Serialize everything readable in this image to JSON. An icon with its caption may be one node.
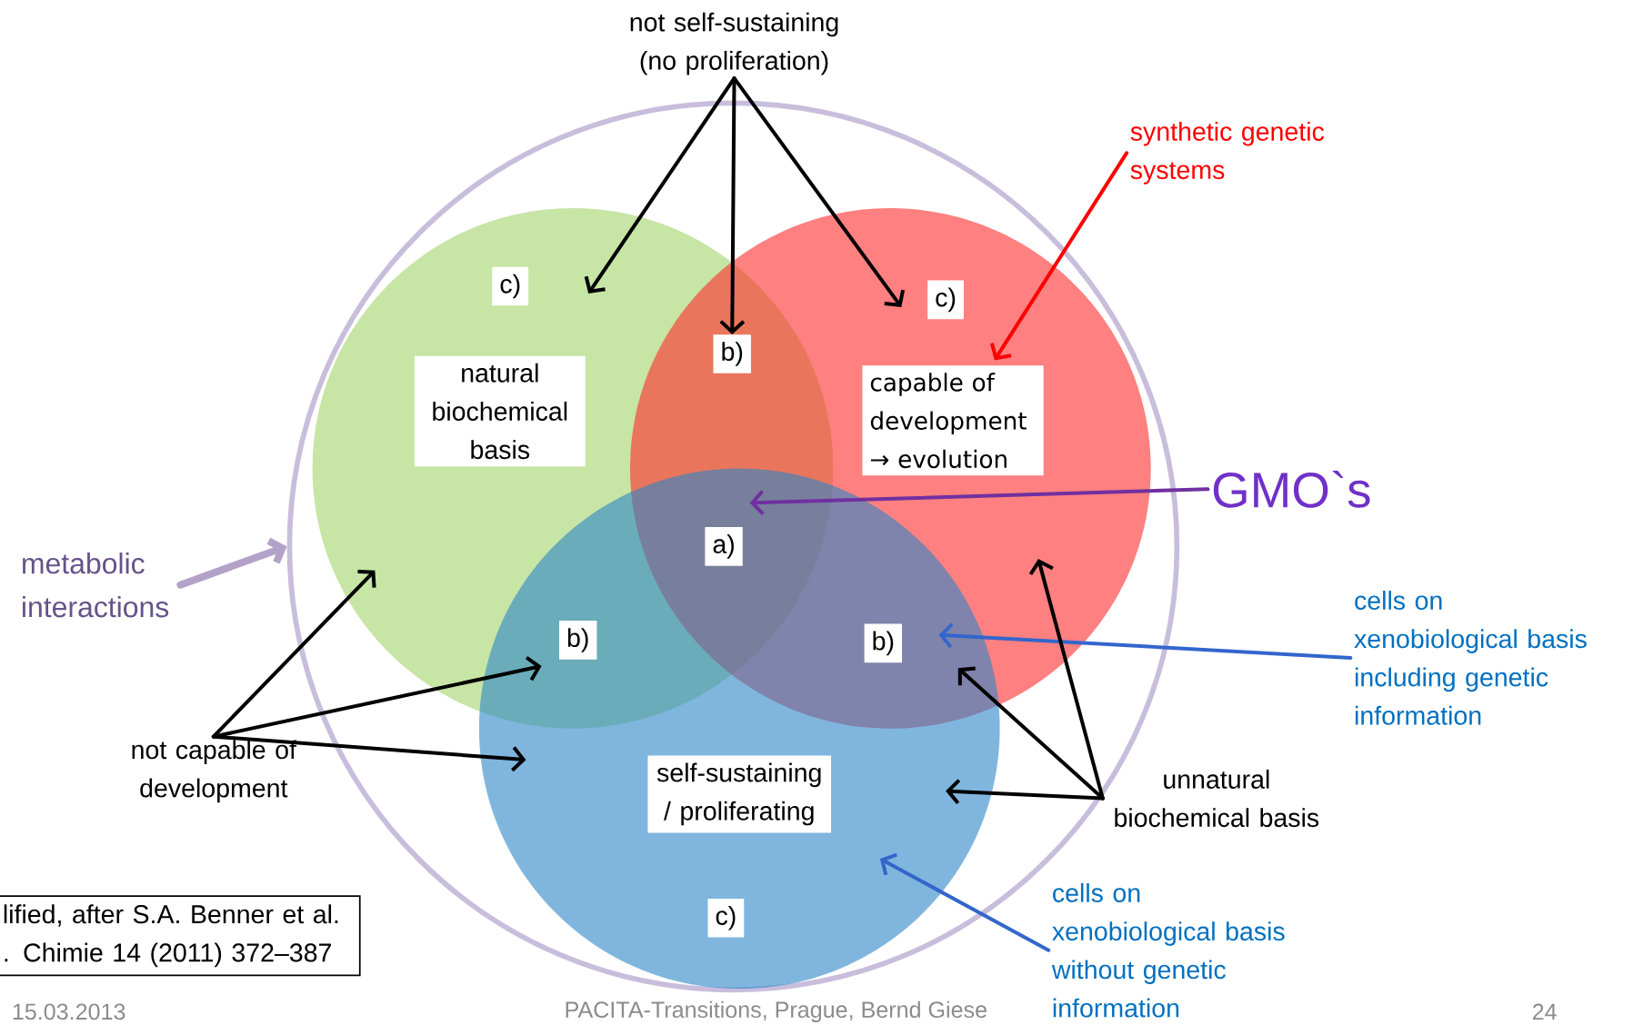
{
  "diagram": {
    "nodes": [
      {
        "text": [
          "not self-sustaining (no proliferation)"
        ]
      },
      {
        "text": [
          "synthetic genetic systems"
        ]
      },
      {
        "text": [],
        "shape": "circle"
      },
      {
        "text": [],
        "shape": "circle",
        "in": 2
      },
      {
        "text": [],
        "shape": "circle",
        "in": 2
      },
      {
        "text": [],
        "shape": "circle",
        "in": 2
      },
      {
        "text": [
          "c)"
        ],
        "in": 3
      },
      {
        "text": [
          "b)"
        ]
      },
      {
        "text": [
          "c)"
        ],
        "in": 4
      },
      {
        "text": [
          "natural biochemical basis"
        ],
        "in": 3
      },
      {
        "text": [
          "capable of development → evolution"
        ],
        "in": 4
      },
      {
        "text": [
          "a)"
        ]
      },
      {
        "text": [
          "b)"
        ]
      },
      {
        "text": [
          "b)"
        ]
      },
      {
        "text": [
          "self-sustaining / proliferating"
        ],
        "in": 5
      },
      {
        "text": [
          "c)"
        ],
        "in": 5
      },
      {
        "text": [
          "metabolic interactions"
        ]
      },
      {
        "text": [
          "GMO`s"
        ]
      },
      {
        "text": [
          "cells on xenobiological basis including genetic information"
        ]
      },
      {
        "text": [
          "not capable of development"
        ]
      },
      {
        "text": [
          "unnatural biochemical basis"
        ]
      },
      {
        "text": [
          "cells on xenobiological basis without genetic information"
        ]
      },
      {
        "text": [
          "lified, after S.A. Benner et al. . Chimie 14 (2011) 372–387"
        ]
      }
    ],
    "edges": [
      {
        "from": 0,
        "to": 6,
        "arrow": "to"
      },
      {
        "from": 0,
        "to": 7,
        "arrow": "to"
      },
      {
        "from": 0,
        "to": 8,
        "arrow": "to"
      },
      {
        "from": 1,
        "to": 10,
        "arrow": "to",
        "color": "#ff0000"
      },
      {
        "from": 16,
        "to": 2,
        "arrow": "to",
        "style": "thick",
        "color": "#b3a2c7"
      },
      {
        "from": 17,
        "to": 11,
        "arrow": "to",
        "color": "#7030a0"
      },
      {
        "from": 18,
        "to": 13,
        "arrow": "to",
        "color": "#3366cc"
      },
      {
        "from": 19,
        "to": 3,
        "arrow": "to"
      },
      {
        "from": 19,
        "to": 12,
        "arrow": "to"
      },
      {
        "from": 19,
        "to": 5,
        "arrow": "to"
      },
      {
        "from": 20,
        "to": 4,
        "arrow": "to"
      },
      {
        "from": 20,
        "to": 13,
        "arrow": "to"
      },
      {
        "from": 20,
        "to": 5,
        "arrow": "to"
      },
      {
        "from": 21,
        "to": 5,
        "arrow": "to",
        "color": "#3366cc"
      }
    ],
    "labels": [
      "15.03.2013",
      "PACITA-Transitions, Prague, Bernd Giese",
      "24"
    ]
  }
}
